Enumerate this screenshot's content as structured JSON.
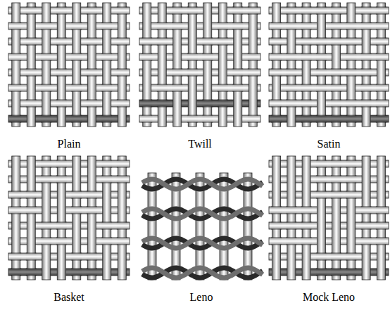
{
  "diagram": {
    "labels": [
      "Plain",
      "Twill",
      "Satin",
      "Basket",
      "Leno",
      "Mock Leno"
    ]
  }
}
